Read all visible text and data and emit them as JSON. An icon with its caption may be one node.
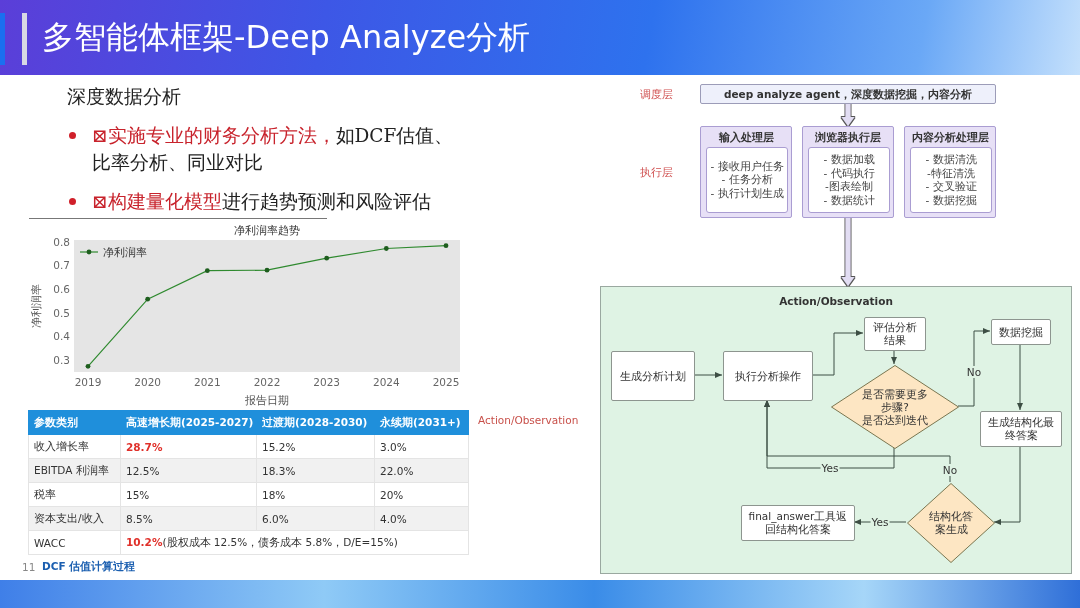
{
  "diagram": {
    "title": "多智能体框架-Deep Analyze分析",
    "nodes": [
      {
        "text": [
          "deep analyze agent，深度数据挖掘，内容分析"
        ]
      },
      {
        "text": [
          "输入处理层"
        ]
      },
      {
        "text": [
          "- 接收用户任务",
          "- 任务分析",
          "- 执行计划生成"
        ],
        "in": 1
      },
      {
        "text": [
          "浏览器执行层"
        ]
      },
      {
        "text": [
          "- 数据加载",
          "- 代码执行",
          "-图表绘制",
          "- 数据统计"
        ],
        "in": 3
      },
      {
        "text": [
          "内容分析处理层"
        ]
      },
      {
        "text": [
          "- 数据清洗",
          "-特征清洗",
          "- 交叉验证",
          "- 数据挖掘"
        ],
        "in": 5
      },
      {
        "text": [
          "Action/Observation"
        ]
      },
      {
        "text": [
          "生成分析计划"
        ],
        "in": 7
      },
      {
        "text": [
          "执行分析操作"
        ],
        "in": 7
      },
      {
        "text": [
          "评估分析结果"
        ],
        "in": 7
      },
      {
        "text": [
          "是否需要更多步骤?",
          "是否达到迭代"
        ],
        "in": 7
      },
      {
        "text": [
          "数据挖掘"
        ],
        "in": 7
      },
      {
        "text": [
          "生成结构化最终答案"
        ],
        "in": 7
      },
      {
        "text": [
          "结构化答案生成"
        ],
        "in": 7
      },
      {
        "text": [
          "final_answer工具返回结构化答案"
        ],
        "in": 7
      }
    ],
    "edges": [
      {
        "from": 0,
        "to": 3,
        "arrow": "to",
        "style": "thick",
        "color": "#e2ddf3"
      },
      {
        "from": 3,
        "to": 7,
        "arrow": "to",
        "style": "thick",
        "color": "#e2ddf3"
      },
      {
        "from": 8,
        "to": 9,
        "arrow": "to"
      },
      {
        "from": 9,
        "to": 10,
        "arrow": "to"
      },
      {
        "from": 10,
        "to": 11,
        "arrow": "to"
      },
      {
        "from": 11,
        "to": 12,
        "arrow": "to",
        "label": "No"
      },
      {
        "from": 11,
        "to": 9,
        "arrow": "to",
        "label": "Yes"
      },
      {
        "from": 12,
        "to": 13,
        "arrow": "to"
      },
      {
        "from": 13,
        "to": 14,
        "arrow": "to"
      },
      {
        "from": 14,
        "to": 9,
        "arrow": "to",
        "label": "No"
      },
      {
        "from": 14,
        "to": 15,
        "arrow": "to",
        "label": "Yes"
      }
    ],
    "labels": [
      "深度数据分析",
      "**⊠实施专业的财务分析方法，**如DCF估值、比率分析、同业对比",
      "**⊠构建量化模型**进行趋势预测和风险评估",
      "参数类别",
      "高速增长期(2025-2027)",
      "过渡期(2028-2030)",
      "永续期(2031+)",
      "收入增长率",
      "28.7%",
      "15.2%",
      "3.0%",
      "EBITDA 利润率",
      "12.5%",
      "18.3%",
      "22.0%",
      "税率",
      "15%",
      "18%",
      "20%",
      "资本支出/收入",
      "8.5%",
      "6.0%",
      "4.0%",
      "WACC",
      "**10.2%**(股权成本 12.5%，债务成本 5.8%，D/E=15%)",
      "11",
      "DCF 估值计算过程",
      "调度层",
      "执行层",
      "Action/Observation"
    ],
    "chart_data": {
      "type": "line",
      "title": "净利润率趋势",
      "xlabel": "报告日期",
      "ylabel": "净利润率",
      "categories": [
        "2019",
        "2020",
        "2021",
        "2022",
        "2023",
        "2024",
        "2025"
      ],
      "series": [
        {
          "name": "净利润率",
          "color": "#2f8a2f",
          "values": [
            0.274,
            0.559,
            0.68,
            0.682,
            0.733,
            0.774,
            0.786
          ]
        }
      ],
      "ylim": [
        0.25,
        0.81
      ],
      "yticks": [
        0.3,
        0.4,
        0.5,
        0.6,
        0.7,
        0.8
      ]
    }
  }
}
